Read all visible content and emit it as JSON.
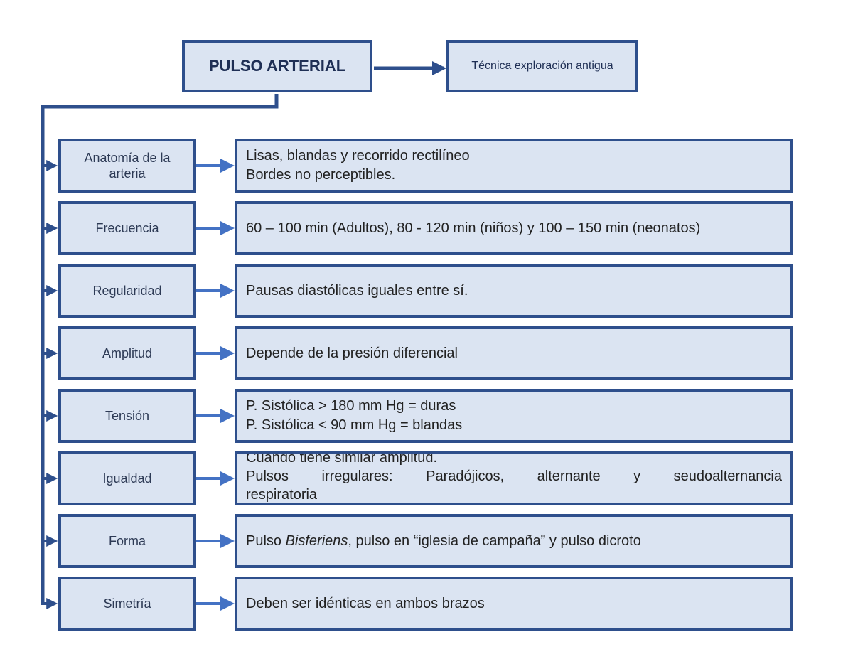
{
  "title": "PULSO ARTERIAL",
  "note": "Técnica exploración antigua",
  "colors": {
    "box_fill": "#dbe4f2",
    "box_border": "#2e4f8c",
    "arrow": "#4472c4"
  },
  "rows": [
    {
      "label": "Anatomía de la arteria",
      "desc_lines": [
        "Lisas, blandas y recorrido rectilíneo",
        "Bordes no perceptibles."
      ]
    },
    {
      "label": "Frecuencia",
      "desc_lines": [
        "60 – 100 min (Adultos), 80 - 120 min (niños) y 100 – 150 min (neonatos)"
      ]
    },
    {
      "label": "Regularidad",
      "desc_lines": [
        "Pausas diastólicas iguales entre sí."
      ]
    },
    {
      "label": "Amplitud",
      "desc_lines": [
        "Depende de la presión diferencial"
      ]
    },
    {
      "label": "Tensión",
      "desc_lines": [
        "P. Sistólica > 180 mm Hg = duras",
        "P. Sistólica < 90 mm Hg = blandas"
      ]
    },
    {
      "label": "Igualdad",
      "desc_lines": [
        "Cuando tiene similar amplitud.",
        "Pulsos irregulares: Paradójicos, alternante y seudoalternancia",
        "respiratoria"
      ]
    },
    {
      "label": "Forma",
      "desc_parts": {
        "before": "Pulso ",
        "italic": "Bisferiens",
        "after": ", pulso en “iglesia de campaña” y pulso dicroto"
      }
    },
    {
      "label": "Simetría",
      "desc_lines": [
        "Deben ser idénticas en ambos brazos"
      ]
    }
  ]
}
